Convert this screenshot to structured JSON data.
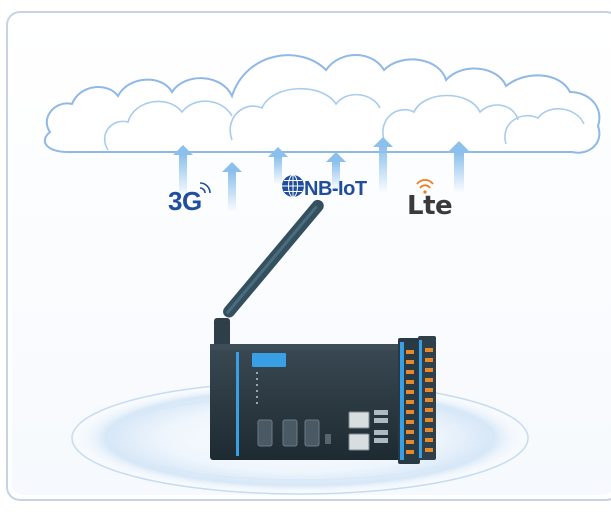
{
  "badges": {
    "three_g": "3G",
    "nb_iot": "NB-IoT",
    "lte": "Lte"
  },
  "icons": {
    "clouds": "cloud-icon",
    "arrows": "upload-arrow-icon",
    "globe": "globe-icon",
    "signal": "signal-wave-icon",
    "antenna": "antenna-icon",
    "device": "controller-device"
  },
  "colors": {
    "frame_border": "#c6d2e6",
    "cloud_stroke": "#8fb8e6",
    "arrow": "#9cc8ee",
    "brand_blue": "#1f4f9c",
    "signal_orange": "#f07a1e",
    "device_body": "#2b3a44",
    "device_accent": "#3aa0e6",
    "terminal_orange": "#e58a2c"
  }
}
